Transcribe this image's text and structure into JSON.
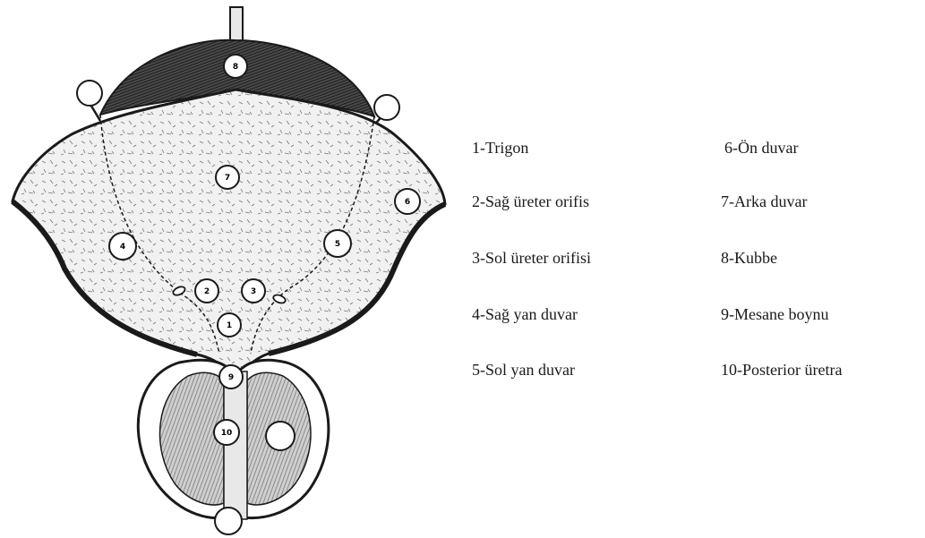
{
  "diagram": {
    "markers": [
      {
        "id": "1",
        "label": "1"
      },
      {
        "id": "2",
        "label": "2"
      },
      {
        "id": "3",
        "label": "3"
      },
      {
        "id": "4",
        "label": "4"
      },
      {
        "id": "5",
        "label": "5"
      },
      {
        "id": "6",
        "label": "6"
      },
      {
        "id": "7",
        "label": "7"
      },
      {
        "id": "8",
        "label": "8"
      },
      {
        "id": "9",
        "label": "9"
      },
      {
        "id": "10",
        "label": "10"
      }
    ]
  },
  "legend": {
    "left_column": [
      "1-Trigon",
      "2-Sağ üreter orifis",
      "3-Sol üreter orifisi",
      "4-Sağ yan duvar",
      "5-Sol yan duvar"
    ],
    "right_column": [
      "6-Ön duvar",
      "7-Arka duvar",
      "8-Kubbe",
      "9-Mesane boynu",
      "10-Posterior üretra"
    ]
  },
  "colors": {
    "ink": "#1a1a1a",
    "wall_fill": "#f1f1f1",
    "dome_fill": "#3a3a3a",
    "prostate_fill": "#bdbdbd",
    "background": "#ffffff"
  }
}
